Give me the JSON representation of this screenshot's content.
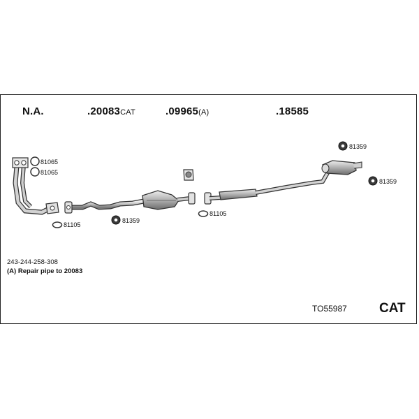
{
  "headers": {
    "na": "N.A.",
    "p20083_num": ".20083",
    "p20083_suffix": "CAT",
    "p09965_num": ".09965",
    "p09965_suffix": "(A)",
    "p18585_num": ".18585"
  },
  "parts": {
    "gasket_81065_a": "81065",
    "gasket_81065_b": "81065",
    "ring_81105_a": "81105",
    "ring_81105_b": "81105",
    "mount_81359_a": "81359",
    "mount_81359_b": "81359",
    "mount_81359_c": "81359"
  },
  "notes": {
    "model_codes": "243-244-258-308",
    "repair_note": "(A) Repair pipe to 20083"
  },
  "footer": {
    "code": "TO55987",
    "tag": "CAT"
  }
}
